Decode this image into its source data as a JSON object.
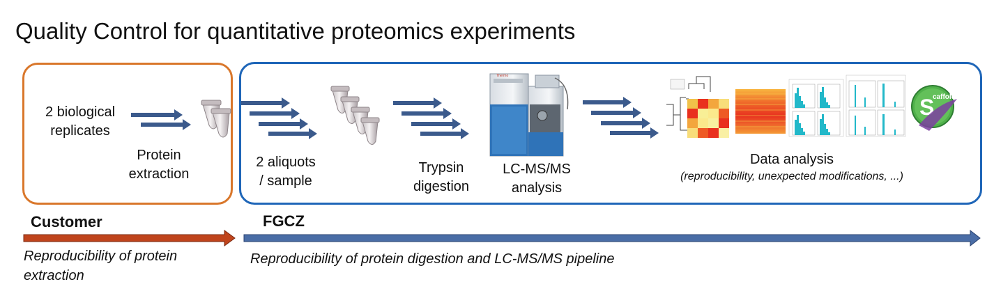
{
  "title": "Quality Control for quantitative proteomics experiments",
  "customer_box": {
    "replicates": [
      "2 biological",
      "replicates"
    ],
    "extraction": [
      "Protein",
      "extraction"
    ]
  },
  "fgcz_box": {
    "aliquots": [
      "2 aliquots",
      "/ sample"
    ],
    "trypsin": [
      "Trypsin",
      "digestion"
    ],
    "lcms": [
      "LC-MS/MS",
      "analysis"
    ],
    "data_analysis": "Data analysis",
    "data_analysis_note": "(reproducibility, unexpected modifications, ...)"
  },
  "customer": {
    "label": "Customer",
    "note": [
      "Reproducibility of protein",
      "extraction"
    ]
  },
  "fgcz": {
    "label": "FGCZ",
    "note": "Reproducibility of protein digestion and LC-MS/MS pipeline"
  },
  "colors": {
    "customer_accent": "#d9772b",
    "fgcz_accent": "#1f66b8",
    "arrow": "#3b5a8c"
  },
  "icons": [
    "tube-icon",
    "mass-spectrometer-icon",
    "heatmap-icon",
    "histogram-icon",
    "scaffold-logo-icon"
  ]
}
